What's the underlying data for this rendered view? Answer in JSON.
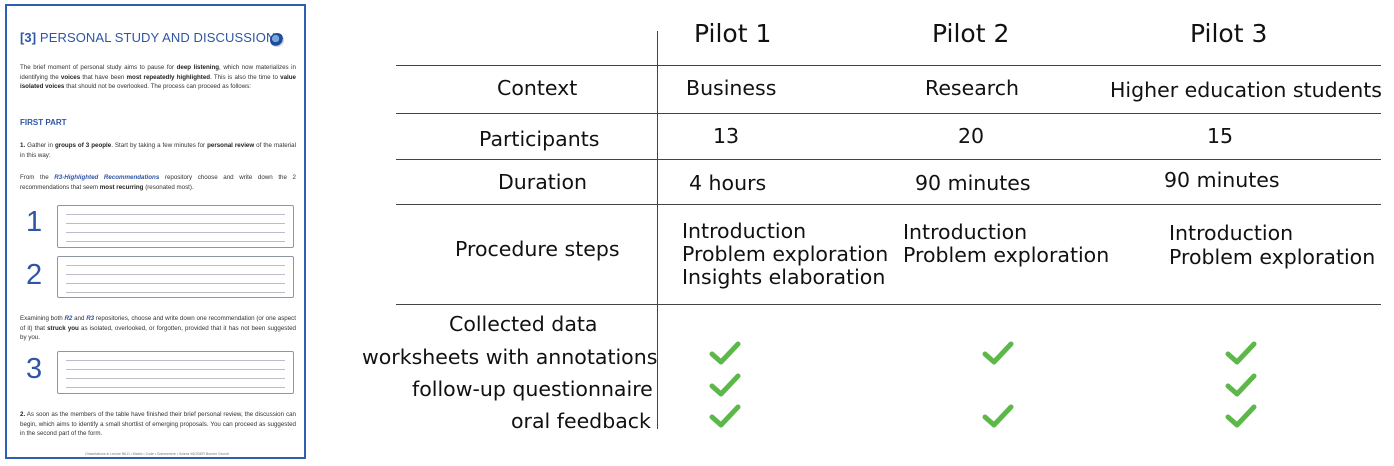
{
  "worksheet": {
    "title_number": "[3]",
    "title_text": "PERSONAL STUDY AND DISCUSSION",
    "intro": {
      "t1": "The brief moment of personal study aims to pause for ",
      "b1": "deep listening",
      "t2": ", which now materializes in identifying the ",
      "b2": "voices",
      "t3": " that have been ",
      "b3": "most repeatedly highlighted",
      "t4": ". This is also the time to ",
      "b4": "value isolated voices",
      "t5": " that should not be overlooked. The process can proceed as follows:"
    },
    "first_part_heading": "FIRST PART",
    "step1": {
      "n": "1.",
      "t1": " Gather in ",
      "b1": "groups of 3 people",
      "t2": ". Start by taking a few minutes for ",
      "b2": "personal review",
      "t3": " of the material in this way:"
    },
    "step1_detail": {
      "t1": "From the ",
      "hl": "R3-Highlighted Recommendations",
      "t2": " repository choose and write down the 2 recommendations that seem ",
      "b1": "most recurring",
      "t3": " (resonated most)."
    },
    "box_numbers": [
      "1",
      "2",
      "3"
    ],
    "step2_detail": {
      "t1": "Examining both ",
      "hl1": "R2",
      "t2": " and ",
      "hl2": "R3",
      "t3": " repositories, choose and write down one recommendation (or one aspect of it) that ",
      "b1": "struck you",
      "t4": " as isolated, overlooked, or forgotten, provided that it has not been suggested by you."
    },
    "step2": {
      "n": "2.",
      "t1": " As soon as the members of the table have finished their brief personal review, the discussion can begin, which aims to identify a small shortlist of emerging proposals. You can proceed as suggested in the second part of the form."
    },
    "footer": "Dissertations in Lerche BILD • Matrix • Code • Somewhere • Scienz INCIDER Bonner Grundl"
  },
  "table": {
    "columns": [
      "Pilot 1",
      "Pilot 2",
      "Pilot 3"
    ],
    "rows": [
      {
        "label": "Context",
        "values": [
          "Business",
          "Research",
          "Higher education students"
        ]
      },
      {
        "label": "Participants",
        "values": [
          "13",
          "20",
          "15"
        ]
      },
      {
        "label": "Duration",
        "values": [
          "4 hours",
          "90 minutes",
          "90 minutes"
        ]
      }
    ],
    "procedure": {
      "label": "Procedure steps",
      "pilot1": [
        "Introduction",
        "Problem exploration",
        "Insights elaboration"
      ],
      "pilot2": [
        "Introduction",
        "Problem exploration"
      ],
      "pilot3": [
        "Introduction",
        "Problem exploration"
      ]
    },
    "collected": {
      "heading": "Collected data",
      "items": [
        "worksheets with annotations",
        "follow-up questionnaire",
        "oral feedback"
      ],
      "checks": [
        [
          true,
          true,
          true
        ],
        [
          true,
          false,
          true
        ],
        [
          true,
          true,
          true
        ]
      ]
    },
    "check_color": "#5db84a",
    "check_icon": "checkmark-icon"
  }
}
